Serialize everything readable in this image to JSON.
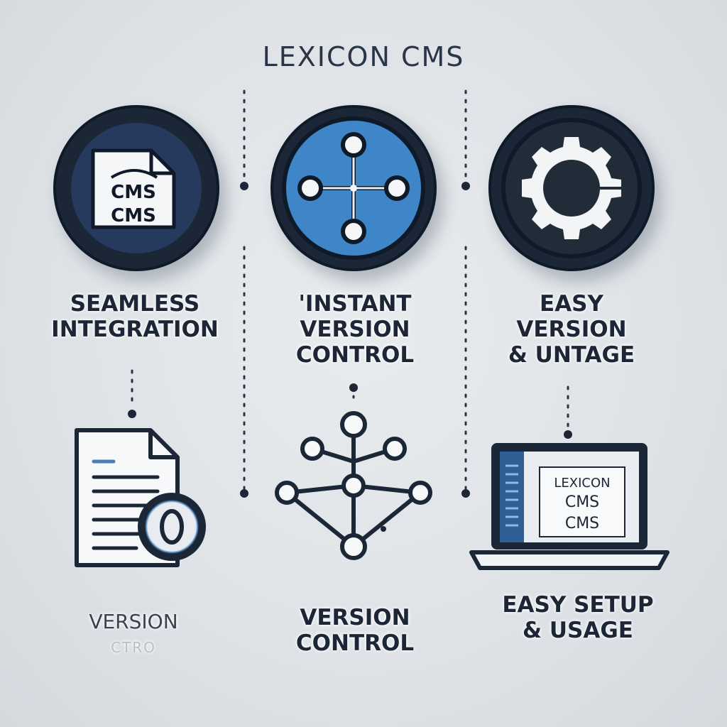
{
  "title": "LEXICON CMS",
  "top_row": [
    {
      "line1": "SEAMLESS",
      "line2": "INTEGRATION",
      "line3": "",
      "icon": "cms-document-icon",
      "doc_text": [
        "CMS",
        "CMS"
      ]
    },
    {
      "line1": "'INSTANT",
      "line2": "VERSION",
      "line3": "CONTROL",
      "icon": "network-nodes-icon"
    },
    {
      "line1": "EASY",
      "line2": "VERSION",
      "line3": "& UNTAGE",
      "icon": "gear-icon"
    }
  ],
  "bottom_row": [
    {
      "line1": "VERSION",
      "line2": "CTRO",
      "icon": "document-lens-icon"
    },
    {
      "line1": "VERSION",
      "line2": "CONTROL",
      "icon": "version-tree-icon"
    },
    {
      "line1": "EASY SETUP",
      "line2": "& USAGE",
      "icon": "laptop-icon",
      "screen_text": [
        "LEXICON",
        "CMS",
        "CMS"
      ]
    }
  ],
  "colors": {
    "navy": "#1b2737",
    "ring": "#0f1a28",
    "blue": "#3f86c8",
    "accent_blue": "#5b9ad6",
    "background": "#e1e5e9"
  }
}
